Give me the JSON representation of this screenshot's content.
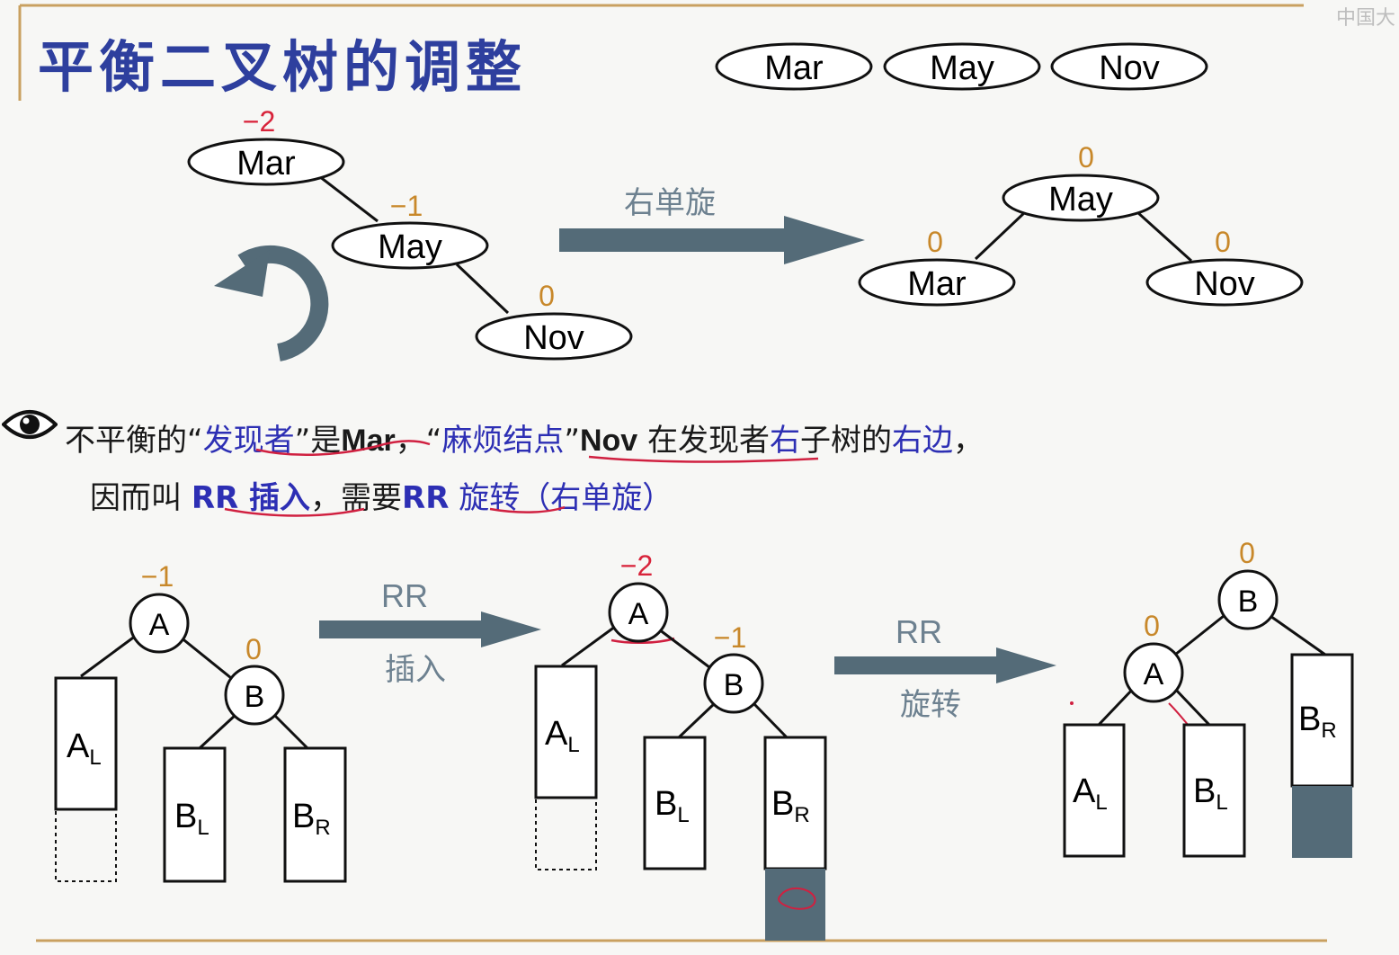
{
  "watermark": "中国大",
  "title": "平衡二叉树的调整",
  "insert_sequence": [
    "Mar",
    "May",
    "Nov"
  ],
  "example": {
    "before": {
      "nodes": [
        {
          "key": "Mar",
          "balance": "−2"
        },
        {
          "key": "May",
          "balance": "−1"
        },
        {
          "key": "Nov",
          "balance": "0"
        }
      ]
    },
    "arrow_label": "右单旋",
    "after": {
      "nodes": [
        {
          "key": "May",
          "balance": "0"
        },
        {
          "key": "Mar",
          "balance": "0"
        },
        {
          "key": "Nov",
          "balance": "0"
        }
      ]
    }
  },
  "explanation": {
    "line1": {
      "p1": "不平衡的“",
      "p2": "发现者",
      "p3": "”是",
      "p4": "Mar",
      "p5": "，“",
      "p6": "麻烦结点",
      "p7": "”",
      "p8": "Nov",
      "p9": " 在发现者",
      "p10": "右",
      "p11": "子树的",
      "p12": "右边",
      "p13": "，"
    },
    "line2": {
      "p1": "因而叫 ",
      "p2": "RR 插入",
      "p3": "，需要",
      "p4": "RR",
      "p5": " 旋转（右单旋）"
    }
  },
  "general": {
    "stage1": {
      "A": {
        "label": "A",
        "balance": "−1"
      },
      "B": {
        "label": "B",
        "balance": "0"
      },
      "AL": {
        "main": "A",
        "sub": "L"
      },
      "BL": {
        "main": "B",
        "sub": "L"
      },
      "BR": {
        "main": "B",
        "sub": "R"
      }
    },
    "arrow1": {
      "line1": "RR",
      "line2": "插入"
    },
    "stage2": {
      "A": {
        "label": "A",
        "balance": "−2"
      },
      "B": {
        "label": "B",
        "balance": "−1"
      },
      "AL": {
        "main": "A",
        "sub": "L"
      },
      "BL": {
        "main": "B",
        "sub": "L"
      },
      "BR": {
        "main": "B",
        "sub": "R"
      }
    },
    "arrow2": {
      "line1": "RR",
      "line2": "旋转"
    },
    "stage3": {
      "B": {
        "label": "B",
        "balance": "0"
      },
      "A": {
        "label": "A",
        "balance": "0"
      },
      "AL": {
        "main": "A",
        "sub": "L"
      },
      "BL": {
        "main": "B",
        "sub": "L"
      },
      "BR": {
        "main": "B",
        "sub": "R"
      }
    }
  },
  "colors": {
    "title": "#2e3f9e",
    "balance_neg2": "#d8233a",
    "balance_other": "#c8882a",
    "arrow": "#546b78",
    "emphasis": "#2d2fb4"
  }
}
